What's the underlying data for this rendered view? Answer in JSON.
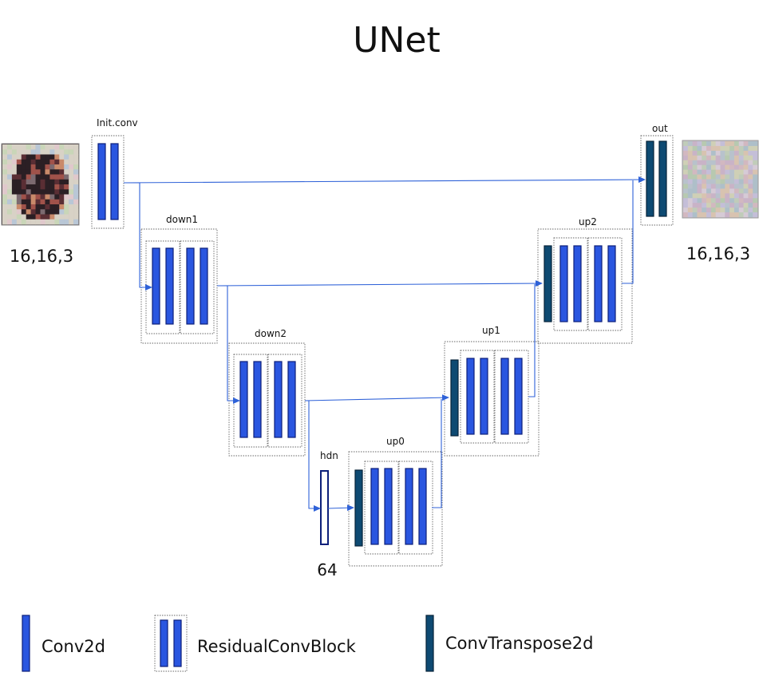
{
  "title": "UNet",
  "blocks": {
    "init_conv": "Init.conv",
    "down1": "down1",
    "down2": "down2",
    "hdn": "hdn",
    "up0": "up0",
    "up1": "up1",
    "up2": "up2",
    "out": "out"
  },
  "shapes": {
    "input": "16,16,3",
    "output": "16,16,3",
    "hidden": "64"
  },
  "legend": {
    "conv2d": "Conv2d",
    "residual": "ResidualConvBlock",
    "convtranspose": "ConvTranspose2d"
  },
  "colors": {
    "conv2d": "#2a56e0",
    "convtranspose": "#0e4a72",
    "arrow": "#2f62d8"
  }
}
